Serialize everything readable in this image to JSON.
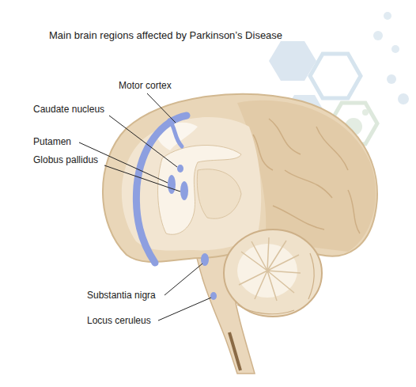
{
  "diagram": {
    "title": "Main brain regions affected by Parkinson’s Disease",
    "labels": [
      "Motor cortex",
      "Caudate nucleus",
      "Putamen",
      "Globus pallidus",
      "Substantia nigra",
      "Locus ceruleus"
    ]
  }
}
